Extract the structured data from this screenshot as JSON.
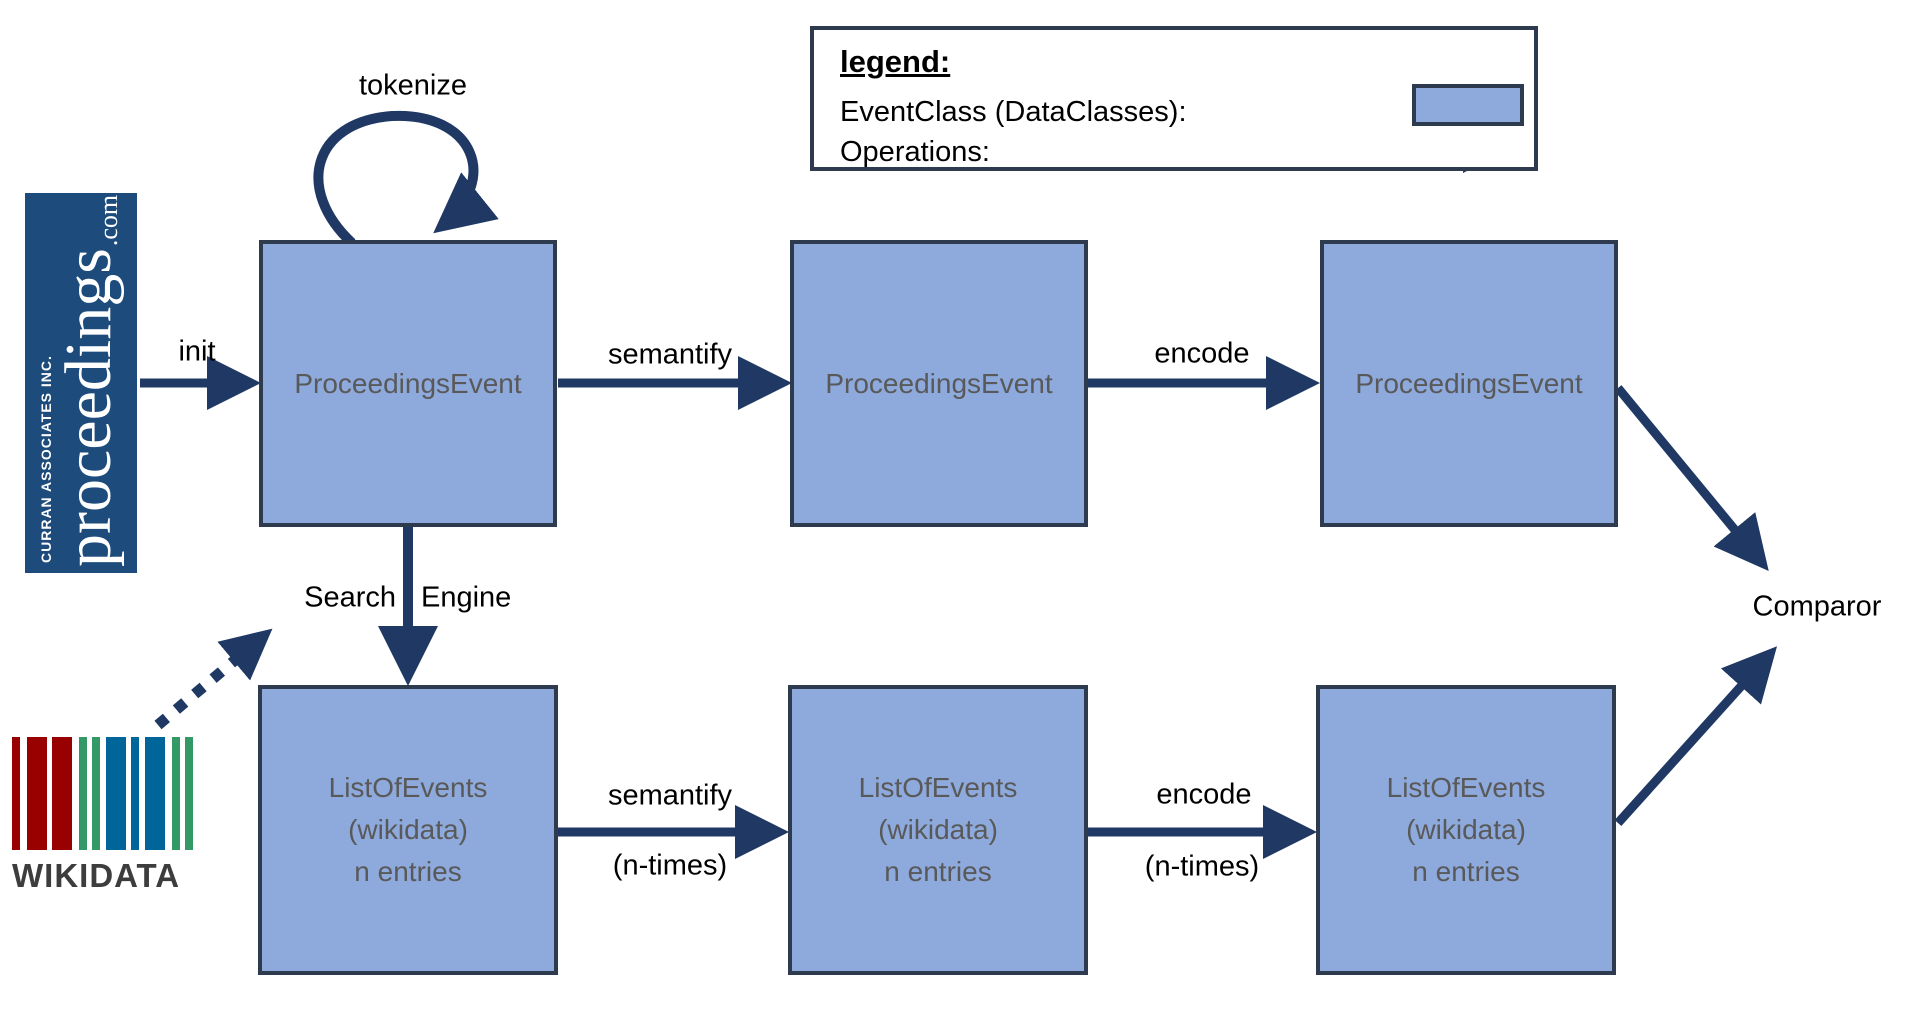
{
  "legend": {
    "title": "legend:",
    "event_class_label": "EventClass (DataClasses):",
    "operations_label": "Operations:"
  },
  "logos": {
    "proceedings": {
      "small_text": "CURRAN ASSOCIATES INC.",
      "main_text": "proceedings",
      "suffix_text": ".com"
    },
    "wikidata": {
      "label": "WIKIDATA"
    }
  },
  "boxes": {
    "top_row": [
      {
        "label": "ProceedingsEvent"
      },
      {
        "label": "ProceedingsEvent"
      },
      {
        "label": "ProceedingsEvent"
      }
    ],
    "bottom_row": [
      {
        "line1": "ListOfEvents",
        "line2": "(wikidata)",
        "line3": "n entries"
      },
      {
        "line1": "ListOfEvents",
        "line2": "(wikidata)",
        "line3": "n entries"
      },
      {
        "line1": "ListOfEvents",
        "line2": "(wikidata)",
        "line3": "n entries"
      }
    ]
  },
  "edge_labels": {
    "init": "init",
    "tokenize": "tokenize",
    "semantify_top": "semantify",
    "encode_top": "encode",
    "search_word": "Search",
    "engine_word": "Engine",
    "semantify_bottom": "semantify",
    "semantify_bottom_note": "(n-times)",
    "encode_bottom": "encode",
    "encode_bottom_note": "(n-times)",
    "comparor": "Comparor"
  },
  "colors": {
    "box_fill": "#8EA9DC",
    "box_border": "#2E3A4D",
    "arrow": "#1F3864",
    "proceedings_navy": "#1C4B7C",
    "wikidata_red": "#990000",
    "wikidata_green": "#339966",
    "wikidata_blue": "#006699",
    "box_text": "#595959",
    "label_text": "#000000"
  }
}
